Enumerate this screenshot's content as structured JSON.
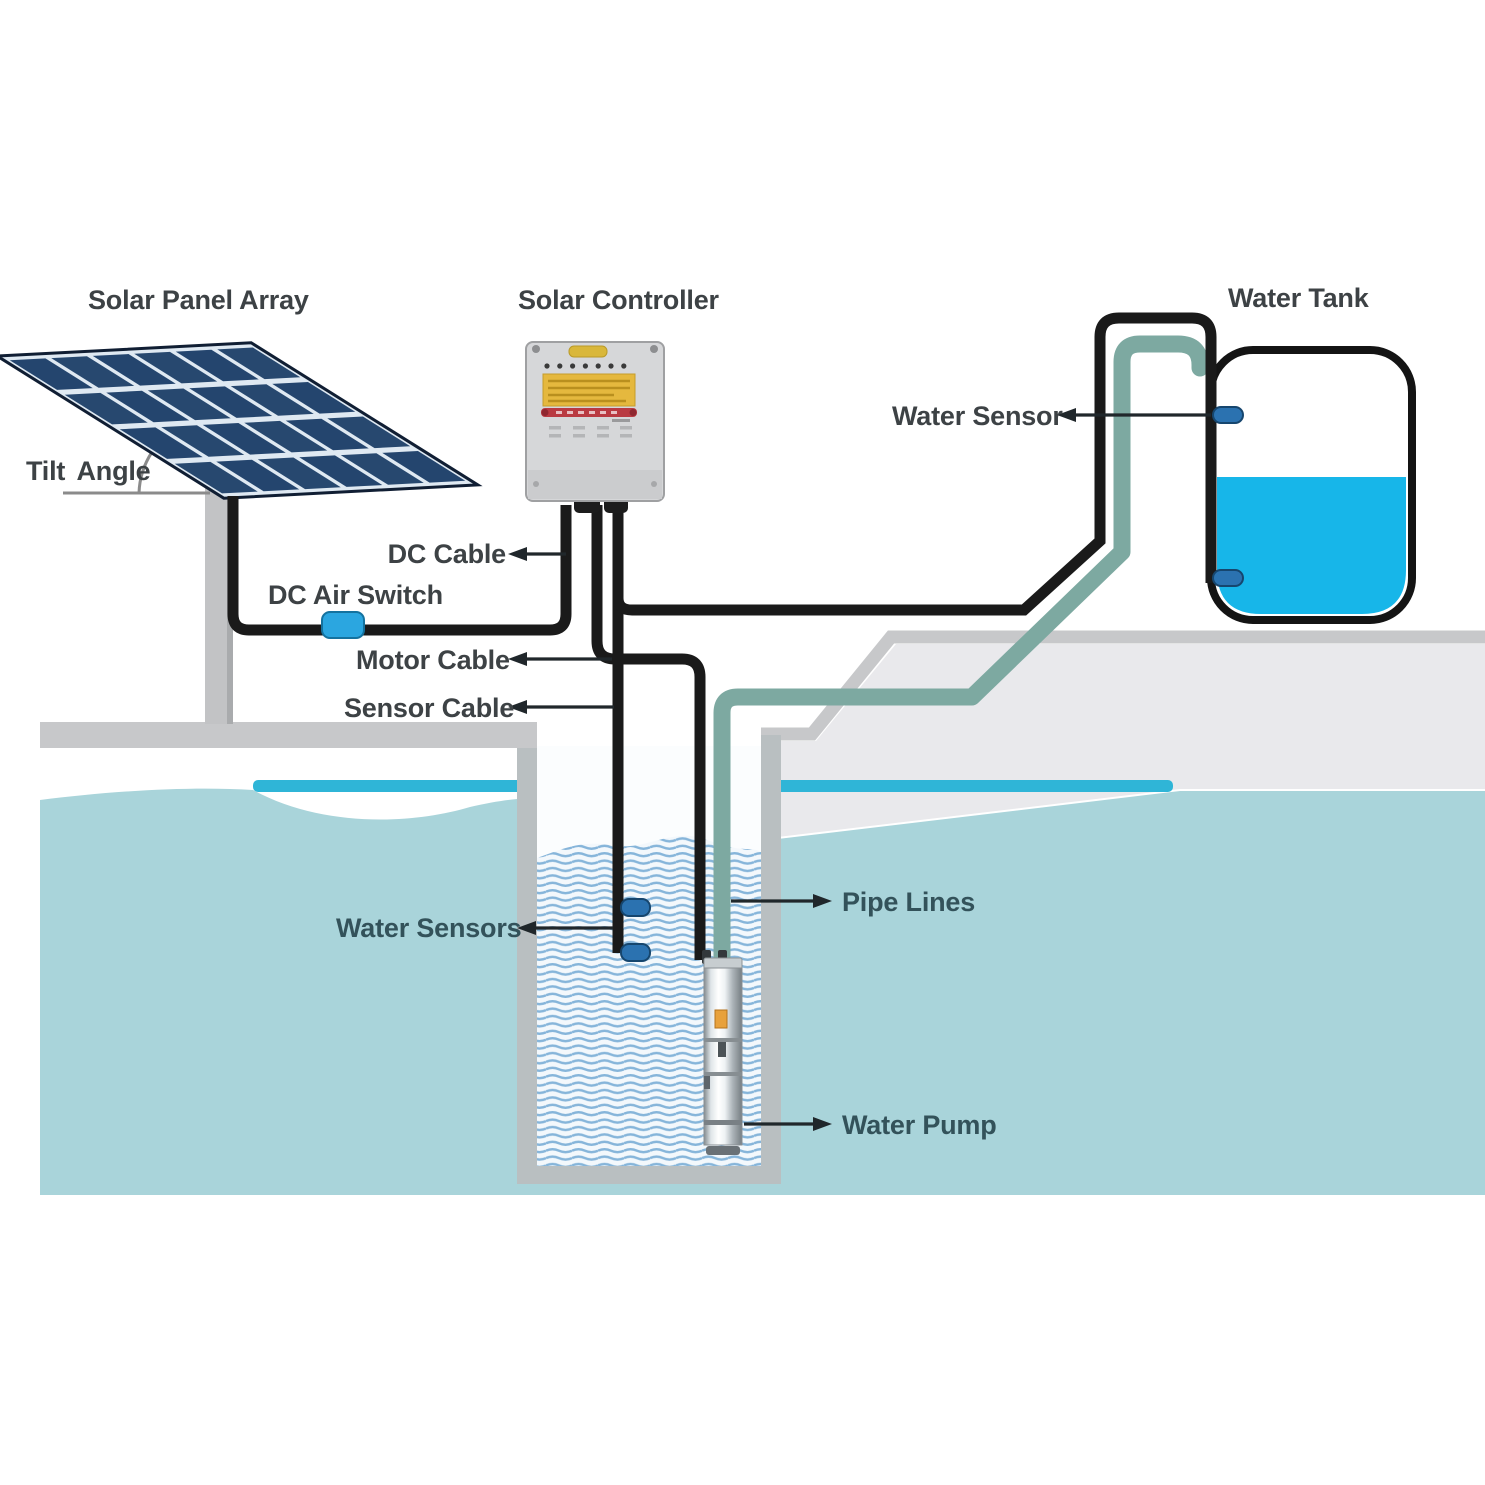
{
  "labels": {
    "solar_panel_array": "Solar Panel Array",
    "solar_controller": "Solar Controller",
    "water_tank": "Water Tank",
    "tilt_angle": "Tilt Angle",
    "dc_cable": "DC Cable",
    "dc_air_switch": "DC Air Switch",
    "motor_cable": "Motor Cable",
    "sensor_cable": "Sensor Cable",
    "water_sensors_well": "Water Sensors",
    "water_sensor_tank": "Water Sensor",
    "pipe_lines": "Pipe Lines",
    "water_pump": "Water Pump"
  },
  "colors": {
    "label_ink": "#3d4245",
    "label_teal_ink": "#33525a",
    "cable_black": "#1a1a1a",
    "pipe_green": "#7da9a1",
    "ground_teal": "#a9d4da",
    "water_level_bar": "#2fb5d7",
    "tank_water": "#17b6e9",
    "concrete_gray": "#c7c8ca",
    "pale_soil": "#e9e9ec",
    "well_wall": "#b9bfc1",
    "wave_line": "#86b5da",
    "solar_cell_navy": "#24456e",
    "dc_switch_blue": "#2ba6e0",
    "sensor_blue": "#2b72b0",
    "controller_body": "#d6d7d9",
    "controller_amber": "#e5b83e",
    "controller_red": "#b93a42",
    "pump_label_orange": "#e8a13c"
  }
}
